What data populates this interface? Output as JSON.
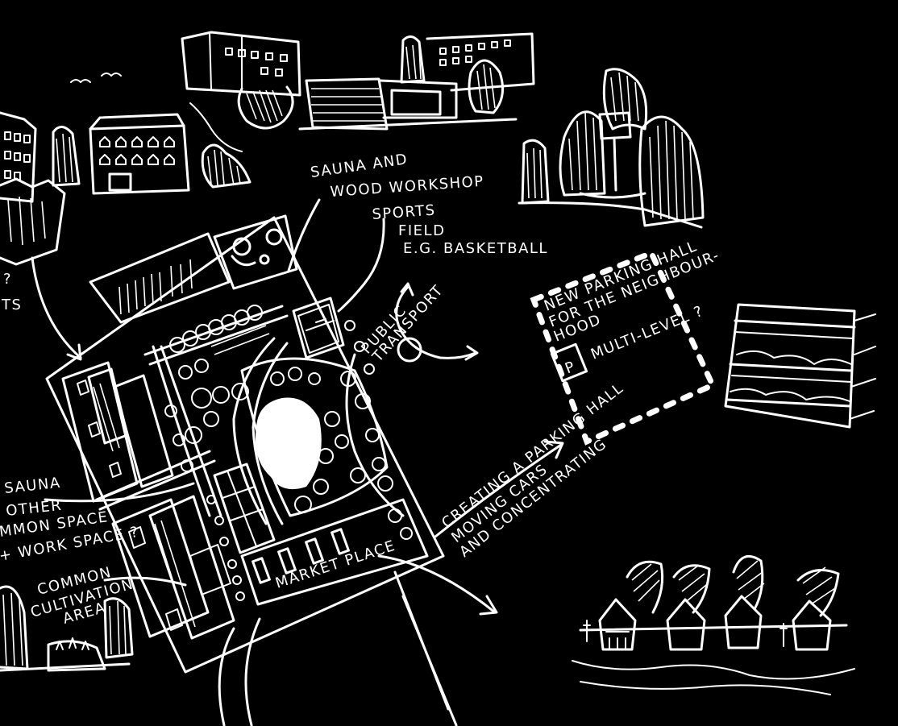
{
  "background_color": "#000000",
  "ink_color": "#ffffff",
  "labels": {
    "sauna_workshop_line1": "SAUNA AND",
    "sauna_workshop_line2": "WOOD WORKSHOP",
    "sports_line1": "SPORTS",
    "sports_line2": "FIELD",
    "sports_line3": "E.G. BASKETBALL",
    "public_transport_line1": "PUBLIC",
    "public_transport_line2": "TRANSPORT",
    "parking_line1": "NEW PARKING HALL",
    "parking_line2": "FOR THE NEIGHBOUR-",
    "parking_line3": "HOOD",
    "parking_symbol": "P",
    "parking_multilevel": "MULTI-LEVEL ?",
    "parking_arrow_line1": "CREATING A PARKING HALL",
    "parking_arrow_line2": "MOVING CARS",
    "parking_arrow_line3": "AND CONCENTRATING",
    "sauna_left_line1": "SAUNA",
    "sauna_left_line2": "OTHER",
    "sauna_left_line3": "MMON SPACE",
    "sauna_left_line4": "+ WORK SPACE ?",
    "cultivation_line1": "COMMON",
    "cultivation_line2": "CULTIVATION",
    "cultivation_line3": "AREA",
    "market_place": "MARKET PLACE",
    "fragment_q": "?",
    "fragment_ts": "TS"
  }
}
